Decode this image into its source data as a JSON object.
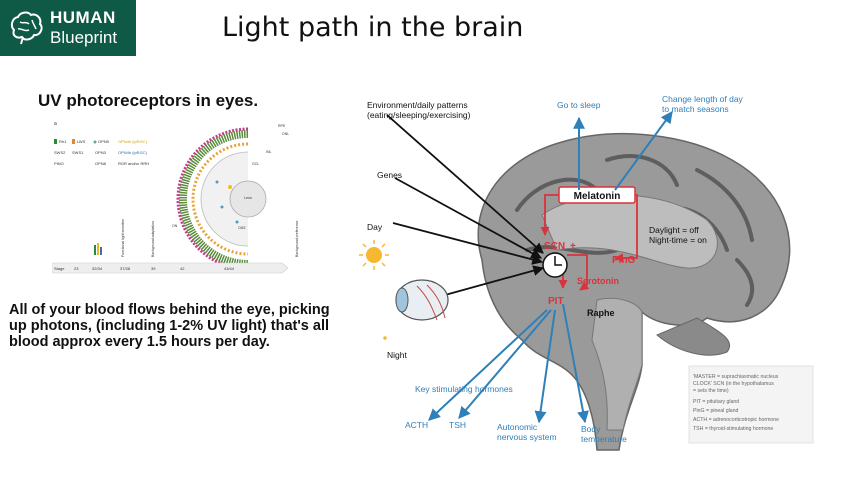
{
  "logo": {
    "line1": "HUMAN",
    "line2": "Blueprint",
    "bg_color": "#0f5a46"
  },
  "title": "Light path in the brain",
  "left": {
    "heading": "UV photoreceptors in eyes.",
    "body": "All of your blood flows behind the eye, picking up photons, (including 1-2% UV light) that's all blood approx every 1.5 hours per day."
  },
  "retina_figure": {
    "legend": [
      "Rh1",
      "LWS",
      "OPN5",
      "OPN4b (ipRGC)",
      "SWS2",
      "SWS1",
      "OPN3",
      "OPN4b (ipRGC)",
      "PINO",
      "OPN8",
      "RGR and/or RRH"
    ],
    "stages": [
      "23",
      "32/34",
      "37/38",
      "39",
      "42",
      "43/44"
    ],
    "stage_label": "Stage",
    "phases": [
      "Functional light sensitive",
      "Background adaptation",
      "Background preference"
    ],
    "layers": [
      "RPE",
      "ONL",
      "INL",
      "GCL",
      "CMZ",
      "ON"
    ],
    "lens_label": "Lens"
  },
  "brain_figure": {
    "labels": {
      "environment": [
        "Environment/daily patterns",
        "(eating/sleeping/exercising)"
      ],
      "genes": "Genes",
      "day": "Day",
      "night": "Night",
      "go_to_sleep": "Go to sleep",
      "change_length": [
        "Change length of day",
        "to match seasons"
      ],
      "melatonin": "Melatonin",
      "daylight": [
        "Daylight = off",
        "Night-time = on"
      ],
      "scn": "SCN",
      "ping": "PinG",
      "serotonin": "Serotonin",
      "raphe": "Raphe",
      "pit": "PIT",
      "key_hormones": "Key stimulating hormones",
      "acth": "ACTH",
      "tsh": "TSH",
      "autonomic": [
        "Autonomic",
        "nervous system"
      ],
      "body_temp": [
        "Body",
        "temperature"
      ]
    },
    "legend_lines": [
      "'MASTER         = suprachiasmatic nucleus",
      "CLOCK' SCN    (in the hypothalamus",
      "                      = sets the time)",
      "PIT = pituitary gland",
      "PinG = pineal gland",
      "ACTH = adrenocorticotropic hormone",
      "TSH = thyroid-stimulating hormone"
    ],
    "colors": {
      "blue": "#2f7fb8",
      "red": "#d9333b",
      "brain": "#8a8a8a"
    }
  }
}
